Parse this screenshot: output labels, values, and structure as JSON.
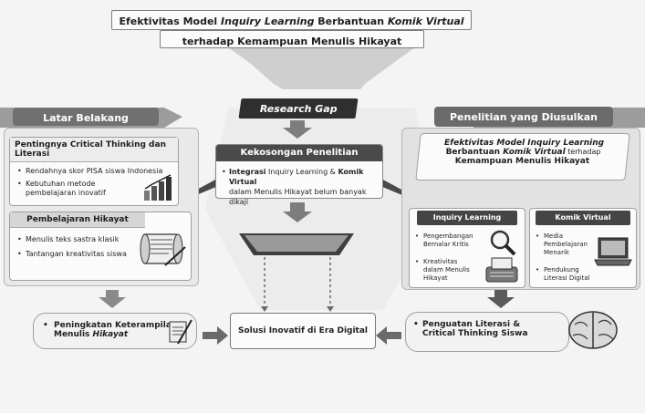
{
  "title": {
    "line1_part1": "Efektivitas Model ",
    "line1_italic1": "Inquiry Learning",
    "line1_part2": " Berbantuan ",
    "line1_italic2": "Komik Virtual",
    "line2": "terhadap Kemampuan Menulis Hikayat"
  },
  "research_gap": {
    "label": "Research Gap"
  },
  "latar_belakang": {
    "tab": "Latar Belakang",
    "section1_title": "Pentingnya Critical Thinking dan Literasi",
    "section1_items": [
      "Rendahnya skor PISA siswa Indonesia",
      "Kebutuhan metode pembelajaran inovatif"
    ],
    "section2_title": "Pembelajaran Hikayat",
    "section2_items": [
      "Menulis teks sastra klasik",
      "Tantangan kreativitas siswa"
    ]
  },
  "kekosongan": {
    "title": "Kekosongan Penelitian",
    "text_bold": "Integrasi",
    "text_1": " Inquiry Learning & ",
    "text_bold2": "Komik Virtual",
    "text_2": "dalam Menulis Hikayat belum banyak dikaji"
  },
  "penelitian": {
    "tab": "Penelitian yang Diusulkan",
    "heading_line1": "Efektivitas Model Inquiry Learning",
    "heading_line2a": "Berbantuan ",
    "heading_line2b": "Komik Virtual",
    "heading_line2c": " terhadap",
    "heading_line3": "Kemampuan Menulis Hikayat",
    "inquiry_title": "Inquiry Learning",
    "inquiry_items": [
      "Pengembangan Bernalar Kritis",
      "Kreativitas dalam Menulis Hikayat"
    ],
    "komik_title": "Komik Virtual",
    "komik_items": [
      "Media Pembelajaran Menarik",
      "Pendukung Literasi Digital"
    ]
  },
  "bottom": {
    "left_part1": "Peningkatan Keterampilan",
    "left_part2a": "Menulis ",
    "left_part2b": "Hikayat",
    "center": "Solusi Inovatif di Era Digital",
    "right_line1": "Penguatan Literasi &",
    "right_line2": "Critical Thinking Siswa"
  },
  "icons": [
    "chart-icon",
    "scroll-icon",
    "magnifier-icon",
    "typewriter-icon",
    "laptop-icon",
    "brain-icon",
    "quill-scroll-icon",
    "funnel-icon"
  ]
}
